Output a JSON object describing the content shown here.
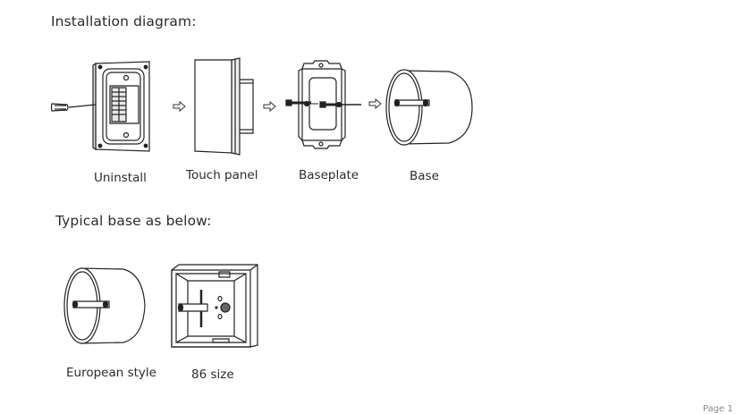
{
  "installation": {
    "heading": "Installation diagram:",
    "steps": [
      {
        "label": "Uninstall",
        "icon": "panel-with-screwdriver"
      },
      {
        "label": "Touch panel",
        "icon": "touch-panel"
      },
      {
        "label": "Baseplate",
        "icon": "baseplate-with-screws"
      },
      {
        "label": "Base",
        "icon": "round-base"
      }
    ],
    "arrow_icon": "hollow-right-arrow"
  },
  "typical_base": {
    "heading": "Typical base as below:",
    "items": [
      {
        "label": "European style",
        "icon": "round-european-box"
      },
      {
        "label": "86 size",
        "icon": "square-86-box"
      }
    ]
  },
  "footer": {
    "page_label": "Page 1"
  }
}
